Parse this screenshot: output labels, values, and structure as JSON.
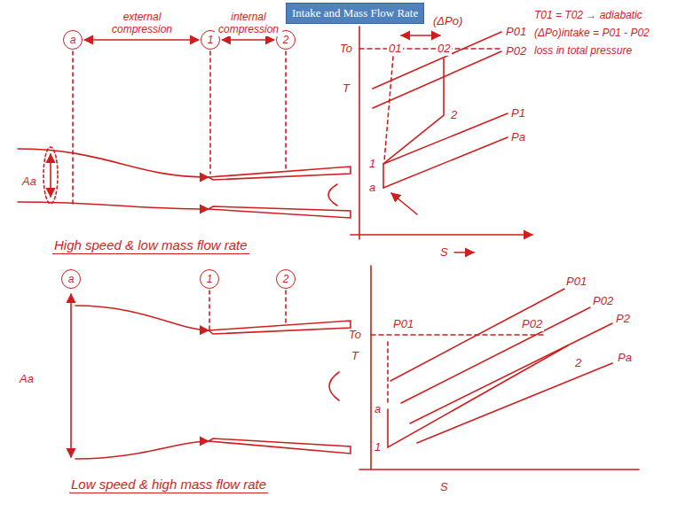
{
  "diagram": {
    "title": "Intake and Mass Flow Rate",
    "nodes": [
      {
        "text": [
          "a"
        ]
      },
      {
        "text": [
          "1"
        ]
      },
      {
        "text": [
          "2"
        ]
      },
      {
        "text": [
          "a"
        ]
      },
      {
        "text": [
          "1"
        ]
      },
      {
        "text": [
          "2"
        ]
      }
    ],
    "edges": [
      {
        "from": 0,
        "to": 1,
        "label": "external compression",
        "arrow": "both"
      },
      {
        "from": 1,
        "to": 2,
        "label": "internal compression",
        "arrow": "both"
      }
    ],
    "labels": [
      "Aa",
      "High speed & low mass flow rate",
      "To",
      "T",
      "S",
      "(ΔPo)",
      "P01",
      "P02",
      "P1",
      "Pa",
      "01",
      "02",
      "2",
      "1",
      "a",
      "T01 = T02 → adiabatic",
      "(ΔPo)intake = P01 - P02",
      "loss in total pressure",
      "Aa",
      "Low speed & high mass flow rate",
      "To",
      "T",
      "S",
      "P01",
      "P02",
      "P01",
      "P02",
      "P2",
      "Pa",
      "a",
      "1",
      "2"
    ]
  }
}
